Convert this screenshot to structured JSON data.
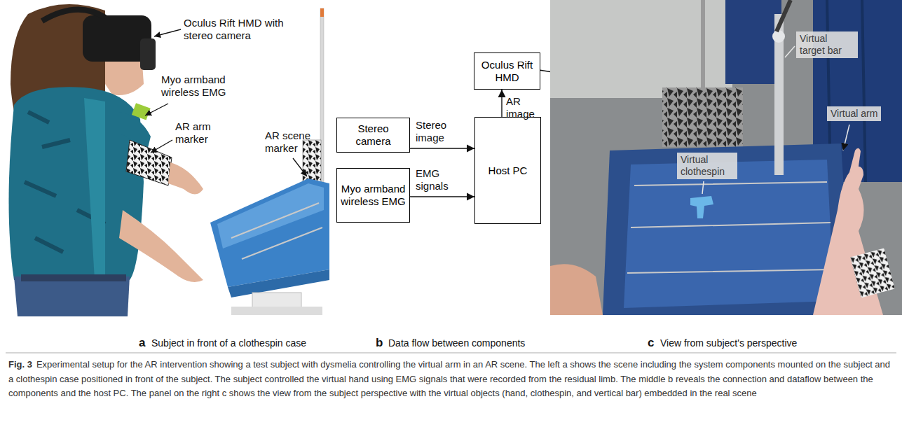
{
  "diagram": {
    "caption": "Experimental setup for the AR intervention showing a test subject with dysmelia controlling the virtual arm in an AR scene. The left a shows the scene including the system components mounted on the subject and a clothespin case positioned in front of the subject. The subject controlled the virtual hand using EMG signals that were recorded from the residual limb. The middle b reveals the connection and dataflow between the components and the host PC. The panel on the right c shows the view from the subject perspective with the virtual objects (hand, clothespin, and vertical bar) embedded in the real scene",
    "nodes": [
      {
        "text": [
          "Oculus Rift HMD"
        ]
      },
      {
        "text": [
          "Stereo camera"
        ]
      },
      {
        "text": [
          "Myo armband wireless EMG"
        ]
      },
      {
        "text": [
          "Host PC"
        ]
      },
      {
        "text": [
          "Virtual target bar"
        ]
      },
      {
        "text": [
          "Virtual arm"
        ]
      },
      {
        "text": [
          "Virtual clothespin"
        ]
      }
    ],
    "edges": [
      {
        "from": 1,
        "to": 3,
        "label": "Stereo image",
        "arrow": "to"
      },
      {
        "from": 2,
        "to": 3,
        "label": "EMG signals",
        "arrow": "to"
      },
      {
        "from": 3,
        "to": 0,
        "label": "AR image",
        "arrow": "to"
      }
    ],
    "labels": [
      "Oculus Rift HMD with stereo camera",
      "Myo armband wireless EMG",
      "AR arm marker",
      "AR scene marker",
      "a",
      "Subject in front of a clothespin case",
      "b",
      "Data flow between components",
      "c",
      "View from subject's perspective",
      "Fig. 3"
    ]
  }
}
